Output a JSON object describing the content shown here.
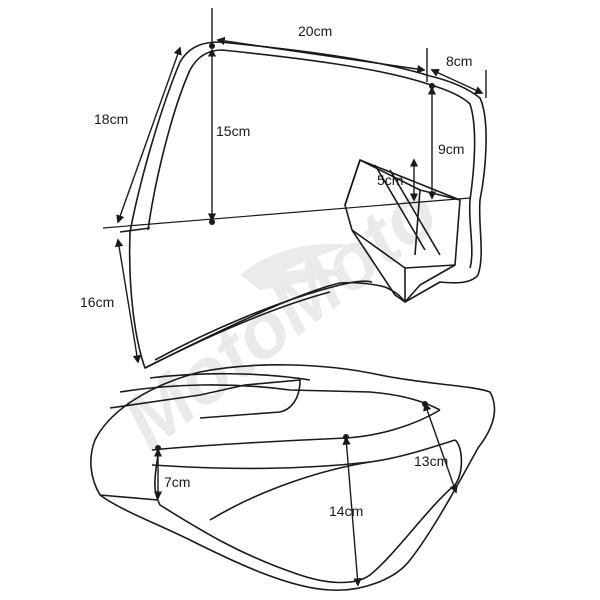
{
  "watermark": {
    "text": "MotoMoto"
  },
  "measurements": {
    "top_width": "20cm",
    "top_right_width": "8cm",
    "left_height": "18cm",
    "center_height": "15cm",
    "right_height": "9cm",
    "step_height": "5cm",
    "lower_left_height": "16cm",
    "seat_front_height": "7cm",
    "seat_depth": "14cm",
    "seat_rear_height": "13cm"
  },
  "colors": {
    "outline": "#1a1a1a",
    "watermark": "#d9d9d9"
  }
}
